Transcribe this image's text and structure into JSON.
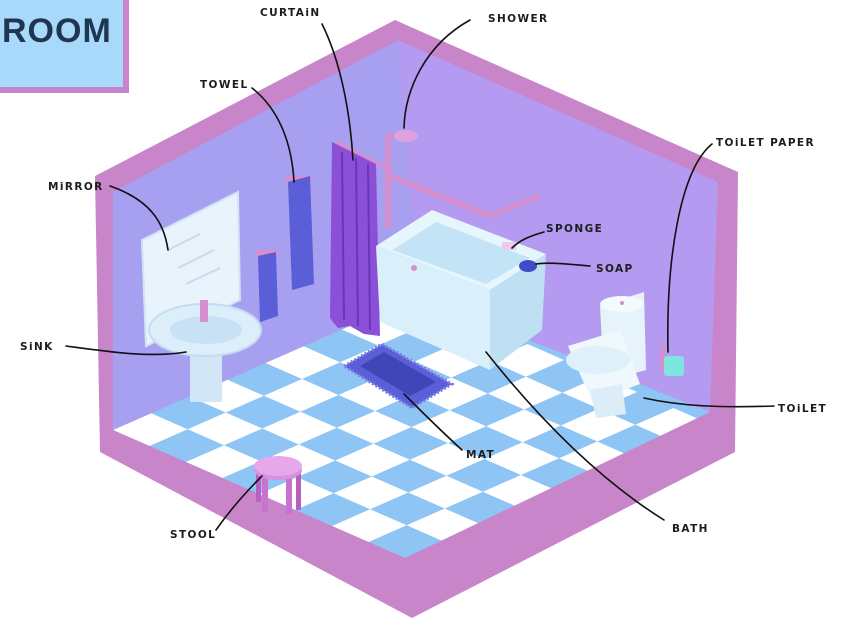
{
  "title": "ROOM",
  "labels": {
    "curtain": "CURTAiN",
    "shower": "SHOWER",
    "towel": "TOWEL",
    "mirror": "MiRROR",
    "toilet_paper": "TOiLET PAPER",
    "sponge": "SPONGE",
    "soap": "SOAP",
    "sink": "SiNK",
    "toilet": "TOiLET",
    "mat": "MAT",
    "stool": "STOOL",
    "bath": "BATH"
  },
  "colors": {
    "frame": "#c985c9",
    "left_wall": "#a79ff0",
    "back_wall": "#b49af0",
    "floor_blue": "#8ec5f4",
    "floor_white": "#ffffff",
    "fixture": "#d9f0fb",
    "curtain": "#8b4fd8",
    "towel": "#5a5fd8",
    "title_bg": "#a8d8fa"
  }
}
